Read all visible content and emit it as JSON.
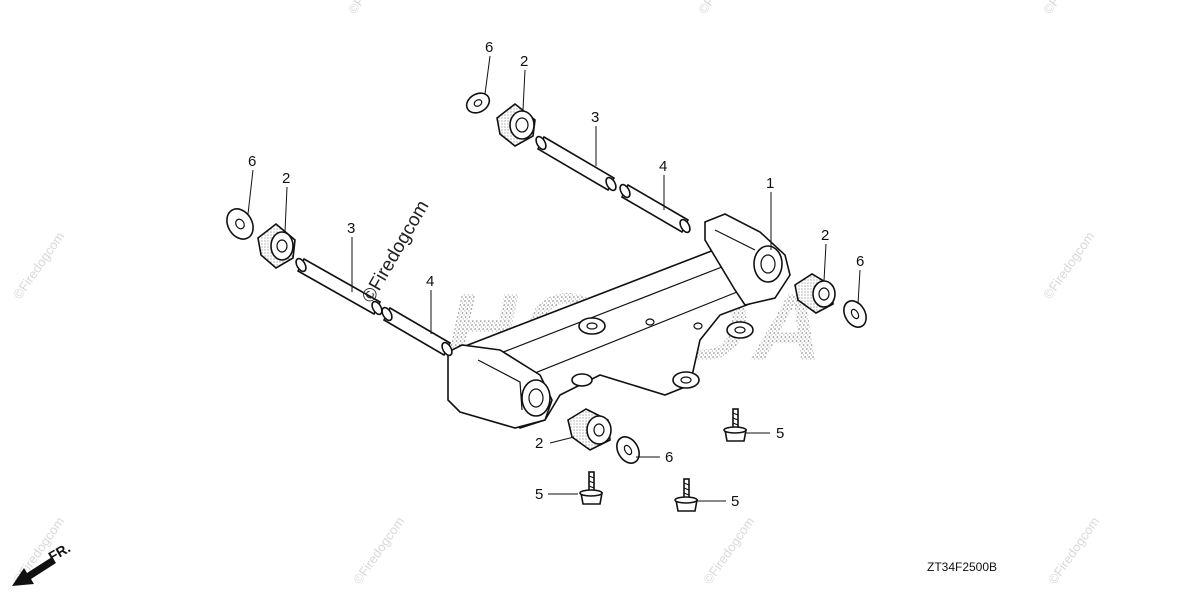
{
  "callouts": [
    "1",
    "2",
    "3",
    "4",
    "5",
    "6"
  ],
  "diagram_code": "ZT34F2500B",
  "front_marker": "FR.",
  "watermark": "©Firedogcom",
  "brand_watermark": "HONDA"
}
